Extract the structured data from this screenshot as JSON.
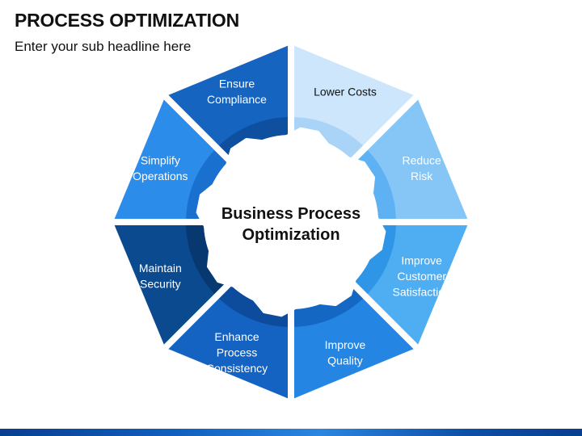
{
  "slide": {
    "title": "PROCESS OPTIMIZATION",
    "subtitle": "Enter your sub headline here"
  },
  "diagram": {
    "center_label_lines": [
      "Business Process",
      "Optimization"
    ],
    "center_color": "#ffffff",
    "segments": [
      {
        "lines": [
          "Lower Costs"
        ],
        "color": "#cde6fb",
        "inner_color": "#a9d4f7",
        "text_color": "#111111"
      },
      {
        "lines": [
          "Reduce",
          "Risk"
        ],
        "color": "#86c6f6",
        "inner_color": "#5eb1f2",
        "text_color": "#ffffff"
      },
      {
        "lines": [
          "Improve",
          "Customer",
          "Satisfaction"
        ],
        "color": "#4fadf2",
        "inner_color": "#2f95e6",
        "text_color": "#ffffff"
      },
      {
        "lines": [
          "Improve",
          "Quality"
        ],
        "color": "#2485e3",
        "inner_color": "#1468c4",
        "text_color": "#ffffff"
      },
      {
        "lines": [
          "Enhance",
          "Process",
          "Consistency"
        ],
        "color": "#1462c2",
        "inner_color": "#0d4c9c",
        "text_color": "#ffffff"
      },
      {
        "lines": [
          "Maintain",
          "Security"
        ],
        "color": "#0c4a8f",
        "inner_color": "#083870",
        "text_color": "#ffffff"
      },
      {
        "lines": [
          "Simplify",
          "Operations"
        ],
        "color": "#2b8cea",
        "inner_color": "#1a70cf",
        "text_color": "#ffffff"
      },
      {
        "lines": [
          "Ensure",
          "Compliance"
        ],
        "color": "#1464c0",
        "inner_color": "#0e4f9f",
        "text_color": "#ffffff"
      }
    ]
  }
}
